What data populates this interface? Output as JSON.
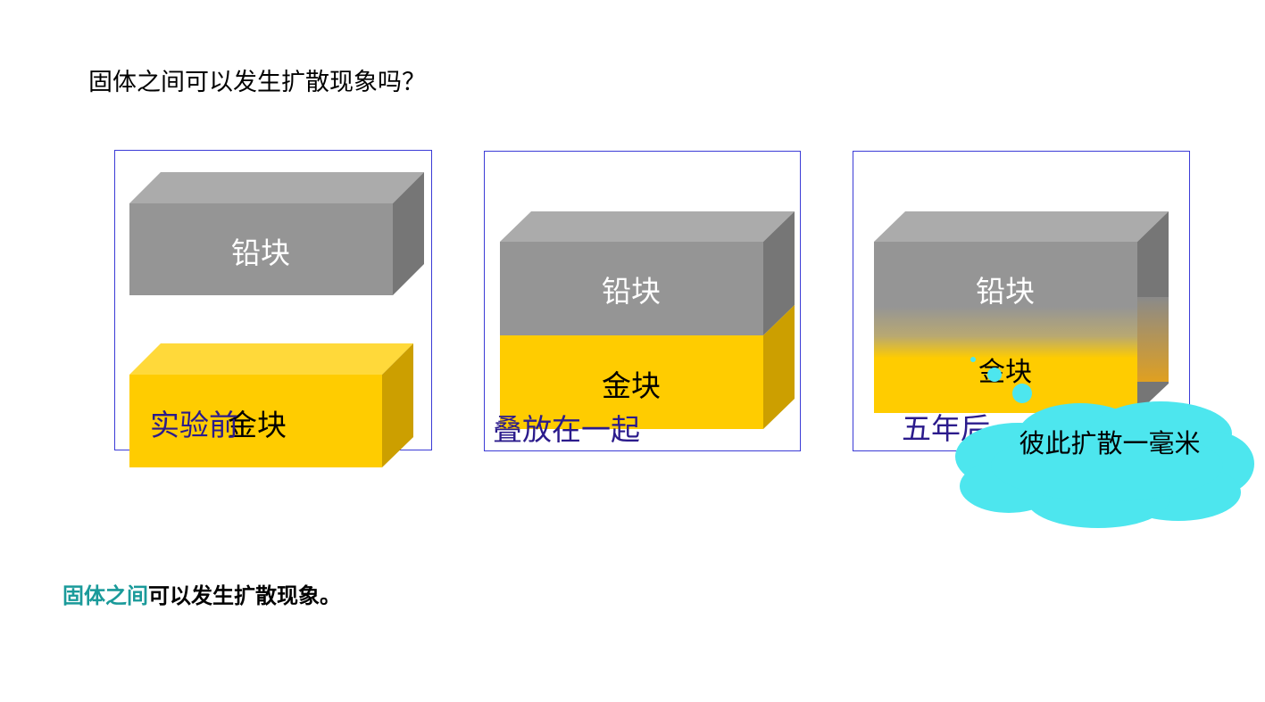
{
  "slide": {
    "title": "固体之间可以发生扩散现象吗？",
    "panels": [
      {
        "top_label": "铅块",
        "bottom_label": "金块",
        "caption": "实验前"
      },
      {
        "top_label": "铅块",
        "bottom_label": "金块",
        "caption": "叠放在一起"
      },
      {
        "top_label": "铅块",
        "bottom_label": "金块",
        "caption": "五年后",
        "cloud_text": "彼此扩散一毫米"
      }
    ],
    "conclusion": {
      "highlight": "固体之间",
      "rest": "可以发生扩散现象。"
    },
    "colors": {
      "lead_front": "#959595",
      "lead_top": "#ababab",
      "lead_side": "#767676",
      "gold_front": "#ffcc00",
      "gold_top": "#ffd93a",
      "gold_side": "#cc9f00",
      "frame": "#3b3bd6",
      "caption": "#2b1b8c",
      "cloud": "#4de6ee",
      "highlight": "#1a9a9a"
    }
  }
}
